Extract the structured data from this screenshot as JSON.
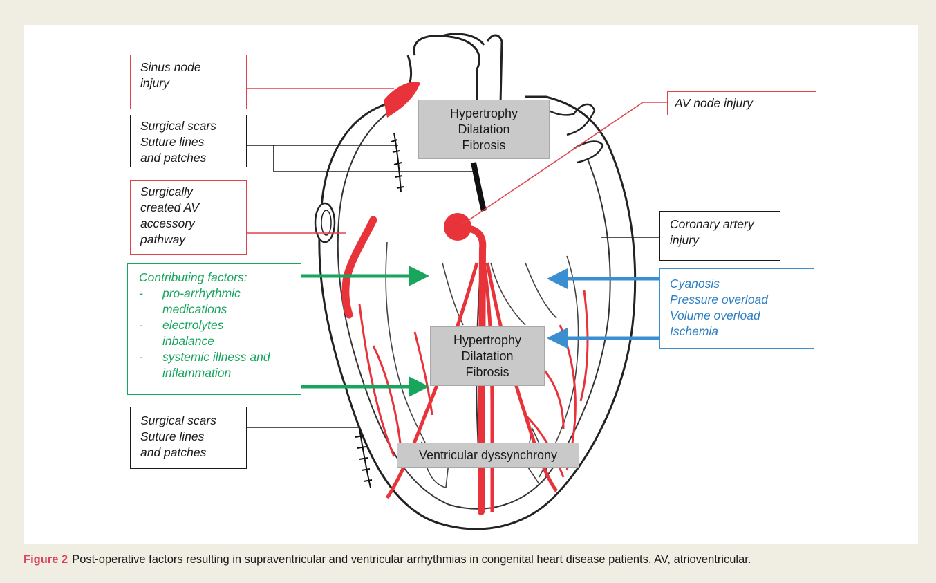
{
  "labels": {
    "sinus_node": [
      "Sinus node",
      "injury"
    ],
    "surgical_scars_top": [
      "Surgical scars",
      "Suture lines",
      "and patches"
    ],
    "surgical_pathway": [
      "Surgically",
      "created AV",
      "accessory",
      "pathway"
    ],
    "av_node": [
      "AV node injury"
    ],
    "coronary": [
      "Coronary artery",
      "injury"
    ],
    "surgical_scars_bottom": [
      "Surgical scars",
      "Suture lines",
      "and patches"
    ]
  },
  "contributing": {
    "title": "Contributing factors:",
    "items": [
      {
        "dash": "-",
        "lines": [
          "pro-arrhythmic",
          "medications"
        ]
      },
      {
        "dash": "-",
        "lines": [
          "electrolytes",
          "inbalance"
        ]
      },
      {
        "dash": "-",
        "lines": [
          "systemic illness and",
          "inflammation"
        ]
      }
    ]
  },
  "hemodynamic": [
    "Cyanosis",
    "Pressure overload",
    "Volume overload",
    "Ischemia"
  ],
  "gray_boxes": {
    "atrial": [
      "Hypertrophy",
      "Dilatation",
      "Fibrosis"
    ],
    "ventricular": [
      "Hypertrophy",
      "Dilatation",
      "Fibrosis"
    ],
    "dyssynchrony": "Ventricular dyssynchrony"
  },
  "caption": {
    "label": "Figure 2",
    "text": "Post-operative factors resulting in supraventricular and ventricular arrhythmias in congenital heart disease patients. AV, atrioventricular."
  },
  "colors": {
    "red": "#e0444b",
    "green": "#17a65c",
    "blue": "#3b8fd0",
    "conduction": "#e8333a",
    "caption_label": "#d9435a"
  }
}
